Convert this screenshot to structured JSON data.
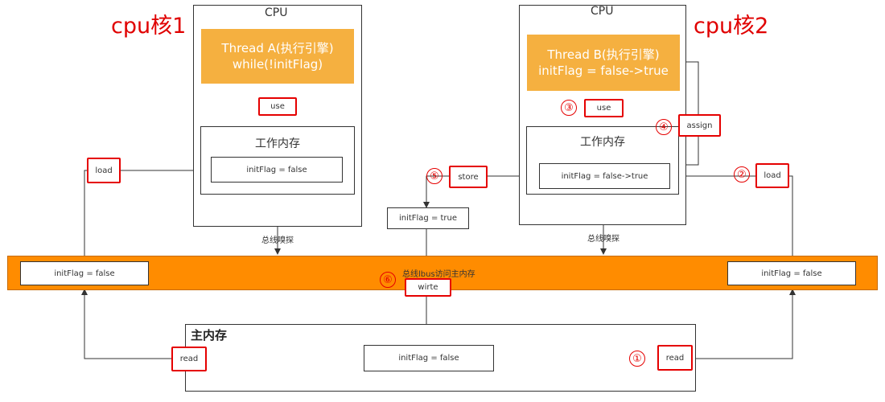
{
  "cores": {
    "core1_title": "cpu核1",
    "core2_title": "cpu核2",
    "cpu1_label": "CPU",
    "cpu2_label": "CPU"
  },
  "threadA": {
    "line1": "Thread A(执行引擎)",
    "line2": "while(!initFlag)"
  },
  "threadB": {
    "line1": "Thread B(执行引擎)",
    "line2": "initFlag = false->true"
  },
  "working_memory": {
    "title1": "工作内存",
    "title2": "工作内存",
    "value1": "initFlag = false",
    "value2": "initFlag = false->true"
  },
  "operations": {
    "use1": "use",
    "use2": "use",
    "assign": "assign",
    "load_left": "load",
    "load_right": "load",
    "store": "store",
    "write": "wirte",
    "read_left": "read",
    "read_right": "read"
  },
  "step_numbers": {
    "n1": "①",
    "n2": "②",
    "n3": "③",
    "n4": "④",
    "n5": "⑤",
    "n6": "⑥"
  },
  "bus": {
    "label": "总线lbus访问主内存",
    "left_value": "initFlag = false",
    "right_value": "initFlag = false",
    "sniff_left": "总线嗅探",
    "sniff_right": "总线嗅探"
  },
  "store_value": "initFlag = true",
  "main_memory": {
    "title": "主内存",
    "value": "initFlag = false"
  },
  "colors": {
    "bus": "#ff8c00",
    "thread": "#f5b040",
    "highlight": "#e50000"
  }
}
